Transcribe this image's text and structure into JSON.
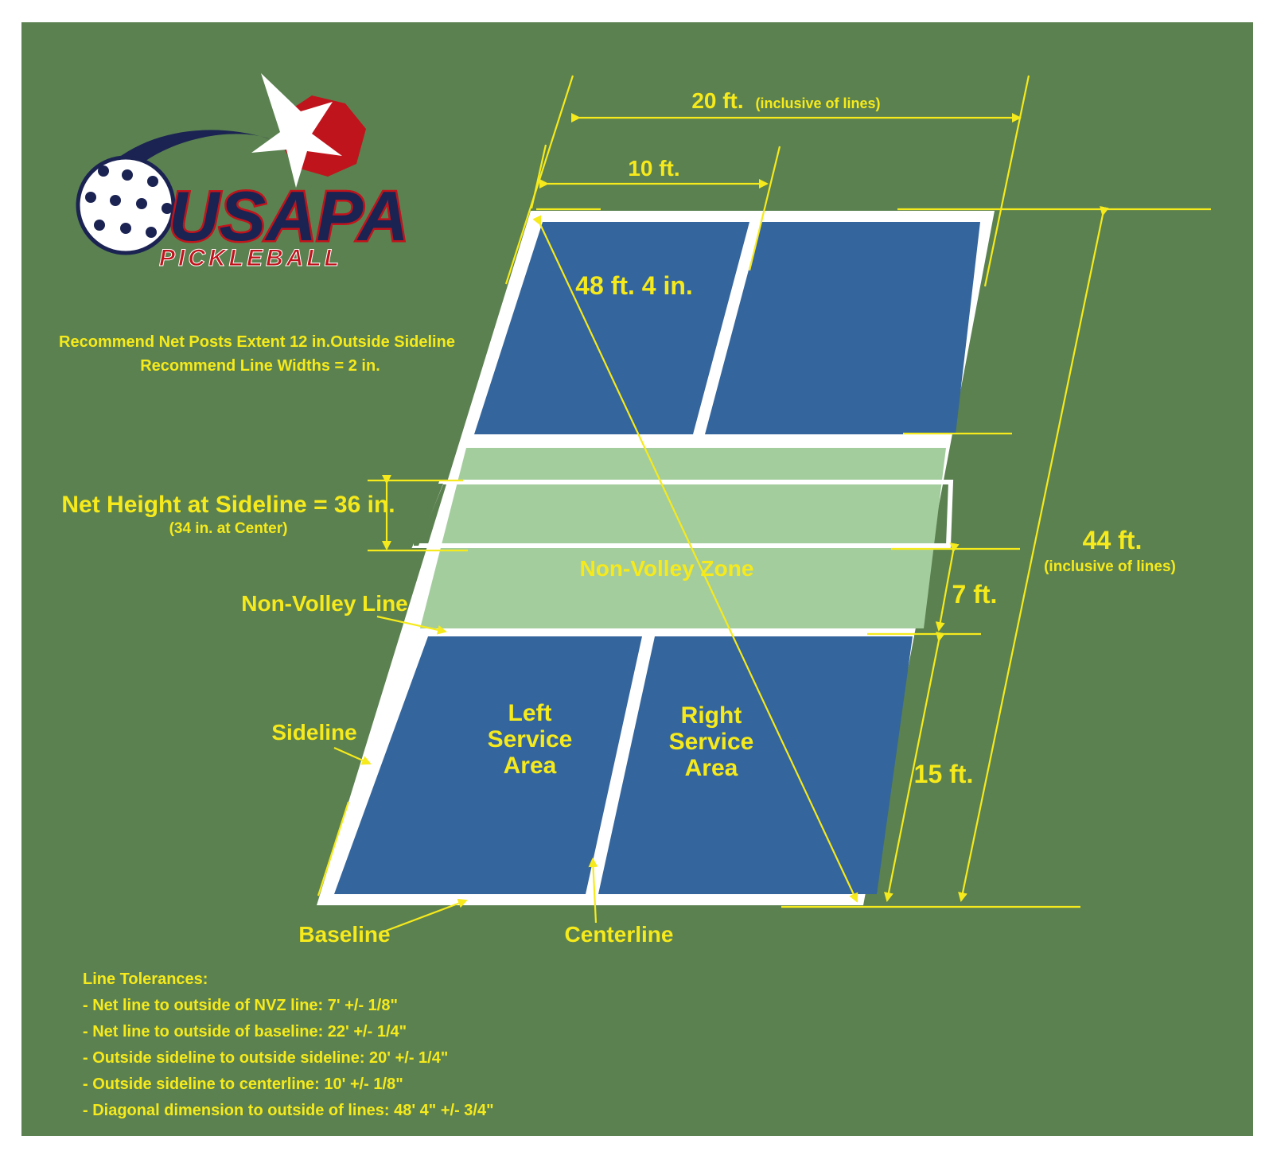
{
  "colors": {
    "background": "#5b8150",
    "border": "#ffffff",
    "court": "#34659c",
    "kitchen": "#a4cd9e",
    "lines": "#ffffff",
    "annotation": "#f6ea1c",
    "logo_navy": "#1b2352",
    "logo_red": "#c0141c"
  },
  "logo": {
    "wordmark": "USAPA",
    "subtitle": "PICKLEBALL"
  },
  "notes": {
    "line1": "Recommend Net Posts Extent 12 in.Outside Sideline",
    "line2": "Recommend Line Widths = 2 in."
  },
  "dimensions": {
    "width_total": "20 ft.",
    "width_total_note": "(inclusive of lines)",
    "width_half": "10 ft.",
    "diagonal": "48 ft. 4 in.",
    "length_total": "44 ft.",
    "length_total_note": "(inclusive of lines)",
    "nvz_depth": "7 ft.",
    "service_depth": "15 ft."
  },
  "net": {
    "height_label": "Net Height at Sideline = 36 in.",
    "center_note": "(34 in. at Center)"
  },
  "labels": {
    "non_volley_zone": "Non-Volley Zone",
    "non_volley_line": "Non-Volley Line",
    "sideline": "Sideline",
    "baseline": "Baseline",
    "centerline": "Centerline",
    "left_service": [
      "Left",
      "Service",
      "Area"
    ],
    "right_service": [
      "Right",
      "Service",
      "Area"
    ]
  },
  "tolerances": {
    "title": "Line Tolerances:",
    "items": [
      "- Net line to outside of NVZ line: 7' +/- 1/8\"",
      "- Net line to outside of baseline: 22' +/- 1/4\"",
      "- Outside sideline to outside sideline: 20' +/- 1/4\"",
      "- Outside sideline to centerline: 10' +/- 1/8\"",
      "- Diagonal dimension to outside of lines: 48' 4\" +/- 3/4\""
    ]
  }
}
